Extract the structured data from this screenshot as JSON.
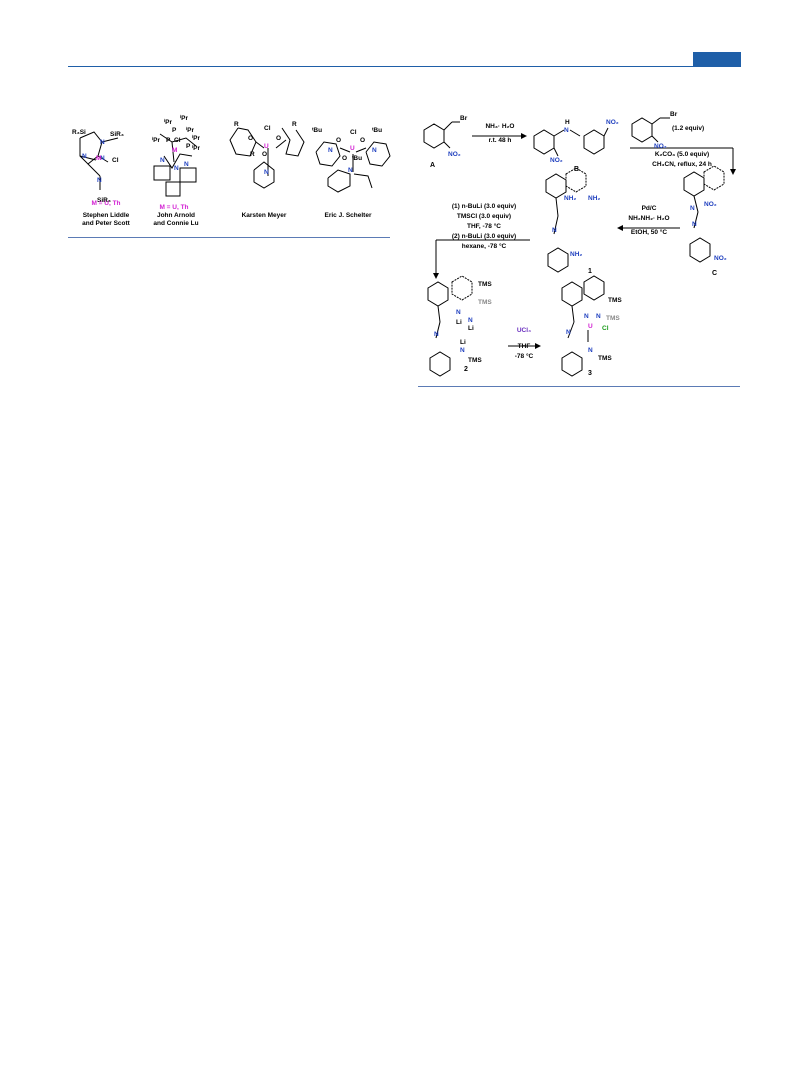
{
  "figure_left": {
    "complexes": [
      {
        "caption_line1": "Stephen Liddle",
        "caption_line2": "and Peter Scott",
        "metal_note": "M = U, Th"
      },
      {
        "caption_line1": "John Arnold",
        "caption_line2": "and Connie Lu",
        "metal_note": "M = U, Th"
      },
      {
        "caption_line1": "Karsten Meyer",
        "caption_line2": "",
        "metal_note": ""
      },
      {
        "caption_line1": "Eric J. Schelter",
        "caption_line2": "",
        "metal_note": ""
      }
    ]
  },
  "scheme": {
    "compounds": {
      "A": "A",
      "B": "B",
      "C": "C",
      "c1": "1",
      "c2": "2",
      "c3": "3"
    },
    "step1": {
      "top": "NH₃· H₂O",
      "bottom": "r.t. 48 h"
    },
    "step2": {
      "reagent_amount": "(1.2 equiv)",
      "line1": "K₂CO₃ (5.0 equiv)",
      "line2": "CH₃CN, reflux, 24 h"
    },
    "step3": {
      "line1": "Pd/C",
      "line2": "NH₂NH₂· H₂O",
      "line3": "EtOH, 50 °C"
    },
    "step4": {
      "line1": "(1) n-BuLi (3.0 equiv)",
      "line2": "TMSCl (3.0 equiv)",
      "line3": "THF, -78 °C",
      "line4": "(2) n-BuLi (3.0 equiv)",
      "line5": "hexane, -78 °C"
    },
    "step5": {
      "reagent": "UCl₄",
      "line2": "THF",
      "line3": "-78 °C"
    }
  }
}
